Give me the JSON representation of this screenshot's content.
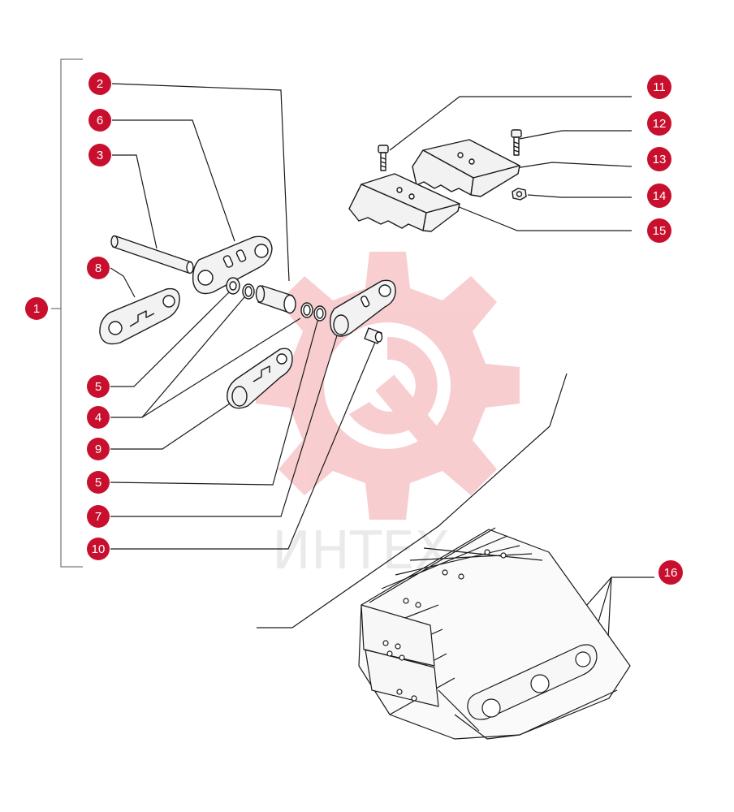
{
  "watermark": {
    "text": "ИНТЕХ",
    "logo": "gear-wrench-logo",
    "color": "#f6b9bd"
  },
  "colors": {
    "callout": "#c8102e",
    "line": "#1a1a1a",
    "part_fill": "#f2f2f2"
  },
  "callouts": [
    {
      "id": "c1",
      "label": "1"
    },
    {
      "id": "c2",
      "label": "2"
    },
    {
      "id": "c6",
      "label": "6"
    },
    {
      "id": "c3",
      "label": "3"
    },
    {
      "id": "c8",
      "label": "8"
    },
    {
      "id": "c5a",
      "label": "5"
    },
    {
      "id": "c4",
      "label": "4"
    },
    {
      "id": "c9",
      "label": "9"
    },
    {
      "id": "c5b",
      "label": "5"
    },
    {
      "id": "c7",
      "label": "7"
    },
    {
      "id": "c10",
      "label": "10"
    },
    {
      "id": "c11",
      "label": "11"
    },
    {
      "id": "c12",
      "label": "12"
    },
    {
      "id": "c13",
      "label": "13"
    },
    {
      "id": "c14",
      "label": "14"
    },
    {
      "id": "c15",
      "label": "15"
    },
    {
      "id": "c16",
      "label": "16"
    }
  ]
}
